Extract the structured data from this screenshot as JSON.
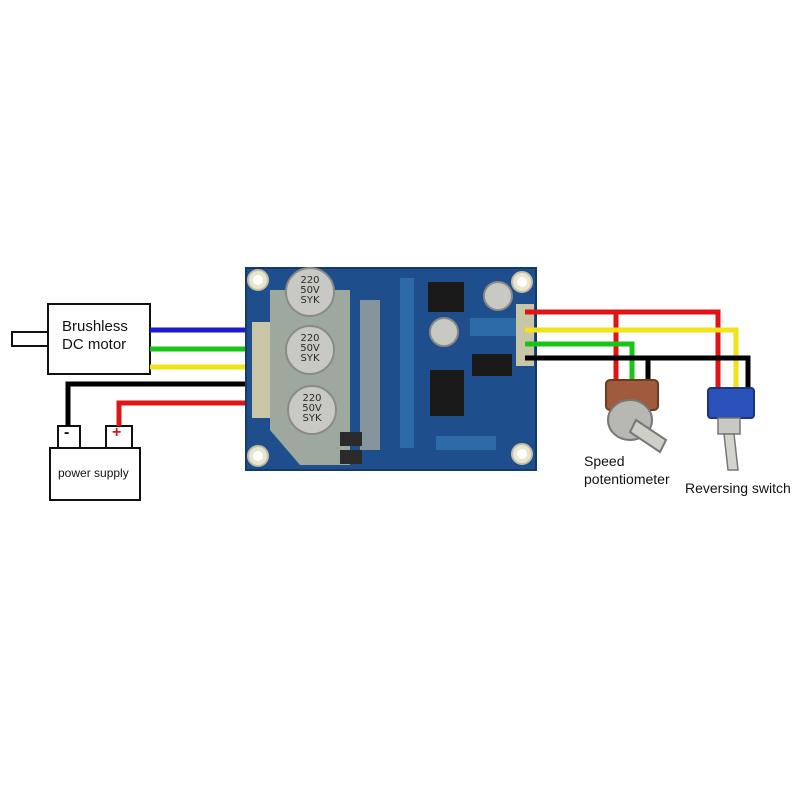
{
  "labels": {
    "motor_line1": "Brushless",
    "motor_line2": "DC motor",
    "power_supply": "power supply",
    "minus": "-",
    "plus": "+",
    "speed_line1": "Speed",
    "speed_line2": "potentiometer",
    "reversing_switch": "Reversing switch",
    "capacitor_line1": "220",
    "capacitor_line2": "50V",
    "capacitor_line3": "SYK"
  },
  "colors": {
    "wire_blue": "#1a1ad0",
    "wire_green": "#18c418",
    "wire_yellow": "#f2e21a",
    "wire_red": "#e01414",
    "wire_black": "#000000",
    "pcb_blue": "#1e4f8c",
    "pcb_trace": "#c8c6a6",
    "pot_brown": "#a05a3c",
    "switch_blue": "#2a52b8"
  }
}
